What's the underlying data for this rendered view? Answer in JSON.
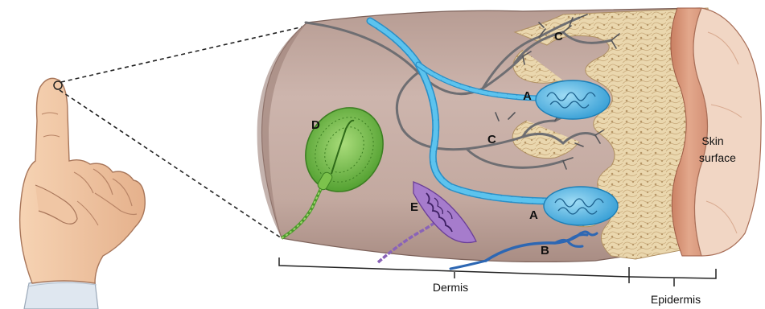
{
  "labels": {
    "A": "A",
    "B": "B",
    "C": "C",
    "D": "D",
    "E": "E"
  },
  "regions": {
    "skin_surface_line1": "Skin",
    "skin_surface_line2": "surface",
    "dermis": "Dermis",
    "epidermis": "Epidermis"
  },
  "colors": {
    "dermis": "#c7aea6",
    "dermis_dark": "#a78b83",
    "epidermis": "#e8d3aa",
    "surface": "#d79a82",
    "nerve_blue": "#3ba9df",
    "meissner": "#57bde8",
    "nerve_gray": "#6c6c70",
    "pacinian": "#6dbb43",
    "ruffini": "#8d5fb8",
    "skin_hand": "#f2c7a4"
  },
  "icons": [
    "finger-hand-illustration",
    "skin-cylinder-cross-section"
  ]
}
